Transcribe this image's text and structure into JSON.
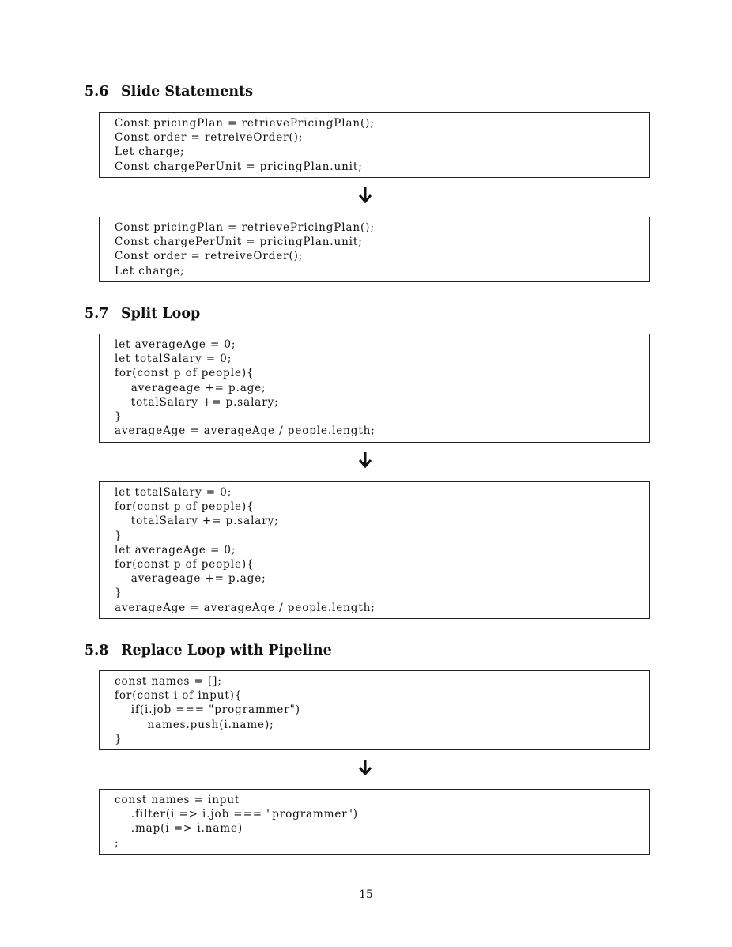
{
  "sections": [
    {
      "number": "5.6",
      "title": "Slide Statements",
      "before": [
        "Const pricingPlan = retrievePricingPlan();",
        "Const order = retreiveOrder();",
        "Let charge;",
        "Const chargePerUnit = pricingPlan.unit;"
      ],
      "after": [
        "Const pricingPlan = retrievePricingPlan();",
        "Const chargePerUnit = pricingPlan.unit;",
        "Const order = retreiveOrder();",
        "Let charge;"
      ]
    },
    {
      "number": "5.7",
      "title": "Split Loop",
      "before": [
        "let averageAge = 0;",
        "let totalSalary = 0;",
        "for(const p of people){",
        "    averageage += p.age;",
        "    totalSalary += p.salary;",
        "}",
        "averageAge = averageAge / people.length;"
      ],
      "after": [
        "let totalSalary = 0;",
        "for(const p of people){",
        "    totalSalary += p.salary;",
        "}",
        "let averageAge = 0;",
        "for(const p of people){",
        "    averageage += p.age;",
        "}",
        "averageAge = averageAge / people.length;"
      ]
    },
    {
      "number": "5.8",
      "title": "Replace Loop with Pipeline",
      "before": [
        "const names = [];",
        "for(const i of input){",
        "    if(i.job === \"programmer\")",
        "        names.push(i.name);",
        "}"
      ],
      "after": [
        "const names = input",
        "    .filter(i => i.job === \"programmer\")",
        "    .map(i => i.name)",
        ";"
      ]
    }
  ],
  "arrow_icon": "down-arrow-icon",
  "page_number": "15"
}
